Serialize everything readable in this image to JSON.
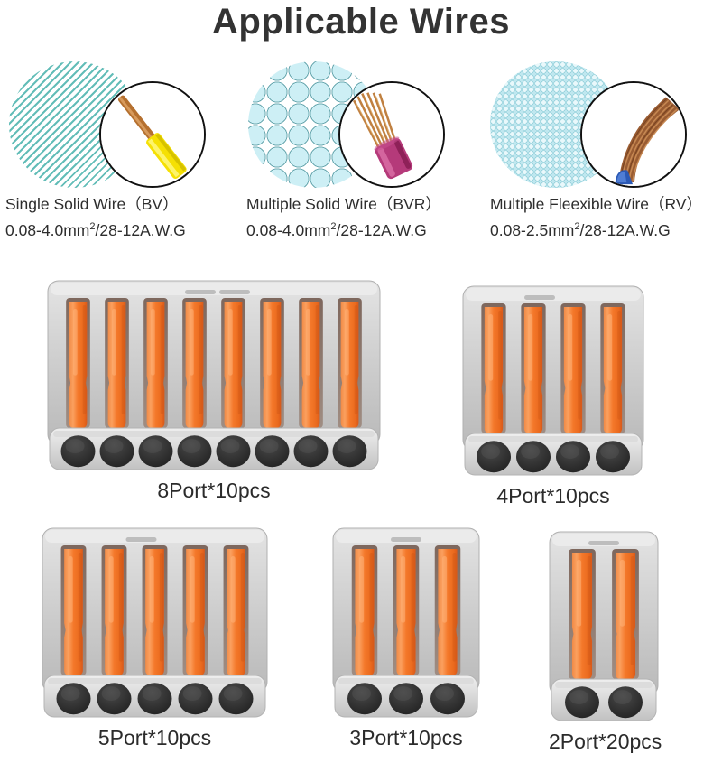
{
  "page": {
    "title": "Applicable Wires",
    "background": "#ffffff"
  },
  "colors": {
    "title_text": "#333333",
    "body_text": "#2d2d2d",
    "connector_body_gray": "#d3d3d3",
    "connector_body_shadow": "#a8a8a8",
    "lever_orange": "#f4823c",
    "lever_orange_dark": "#e2661c",
    "port_dark": "#2f2f2f",
    "pattern_teal": "#63bdb8",
    "pattern_cyan": "#cdeff5",
    "inset_outline": "#111111"
  },
  "wires": {
    "items": [
      {
        "pattern": "diagonal-stripes-pattern",
        "inset_icon": "single-solid-wire-icon",
        "insulation_color": "#f5e004",
        "copper_color": "#b5702f",
        "name": "Single Solid Wire（BV）",
        "spec_prefix": "0.08-4.0mm",
        "spec_sup": "2",
        "spec_suffix": "/28-12A.W.G"
      },
      {
        "pattern": "large-circles-pattern",
        "inset_icon": "multiple-solid-wire-icon",
        "insulation_color": "#b53a7a",
        "copper_color": "#c08040",
        "name": "Multiple Solid Wire（BVR）",
        "spec_prefix": "0.08-4.0mm",
        "spec_sup": "2",
        "spec_suffix": "/28-12A.W.G"
      },
      {
        "pattern": "tiny-circles-pattern",
        "inset_icon": "multiple-flexible-wire-icon",
        "insulation_color": "#2b59b5",
        "copper_color": "#9a5c32",
        "name": "Multiple Fleexible Wire（RV）",
        "spec_prefix": "0.08-2.5mm",
        "spec_sup": "2",
        "spec_suffix": "/28-12A.W.G"
      }
    ]
  },
  "connectors": {
    "items": [
      {
        "ports": 8,
        "label": "8Port*10pcs",
        "name": "connector-8-port"
      },
      {
        "ports": 4,
        "label": "4Port*10pcs",
        "name": "connector-4-port"
      },
      {
        "ports": 5,
        "label": "5Port*10pcs",
        "name": "connector-5-port"
      },
      {
        "ports": 3,
        "label": "3Port*10pcs",
        "name": "connector-3-port"
      },
      {
        "ports": 2,
        "label": "2Port*20pcs",
        "name": "connector-2-port"
      }
    ]
  }
}
